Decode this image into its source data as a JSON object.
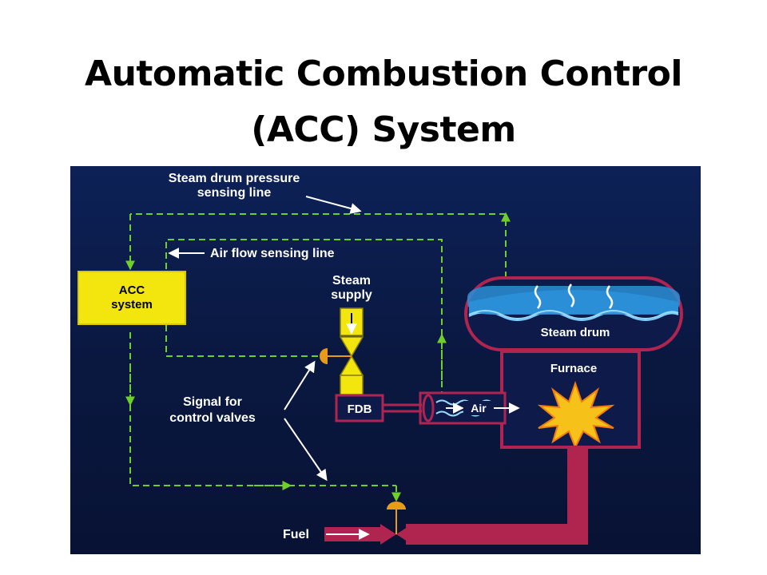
{
  "slide": {
    "title_line1": "Automatic Combustion Control",
    "title_line2": "(ACC) System"
  },
  "diagram": {
    "labels": {
      "steam_drum_pressure_1": "Steam drum pressure",
      "steam_drum_pressure_2": "sensing line",
      "air_flow": "Air flow sensing line",
      "acc_1": "ACC",
      "acc_2": "system",
      "steam_supply_1": "Steam",
      "steam_supply_2": "supply",
      "steam_drum": "Steam drum",
      "furnace": "Furnace",
      "signal_1": "Signal for",
      "signal_2": "control valves",
      "fdb": "FDB",
      "air": "Air",
      "fuel": "Fuel"
    },
    "colors": {
      "background": "#0c1a47",
      "sensing_line": "#6ecf2a",
      "acc_box": "#f2e60e",
      "steam_drum_water": "#2a8fd6",
      "pipe": "#b02450",
      "label_text": "#ffffff",
      "acc_text": "#000000"
    }
  }
}
